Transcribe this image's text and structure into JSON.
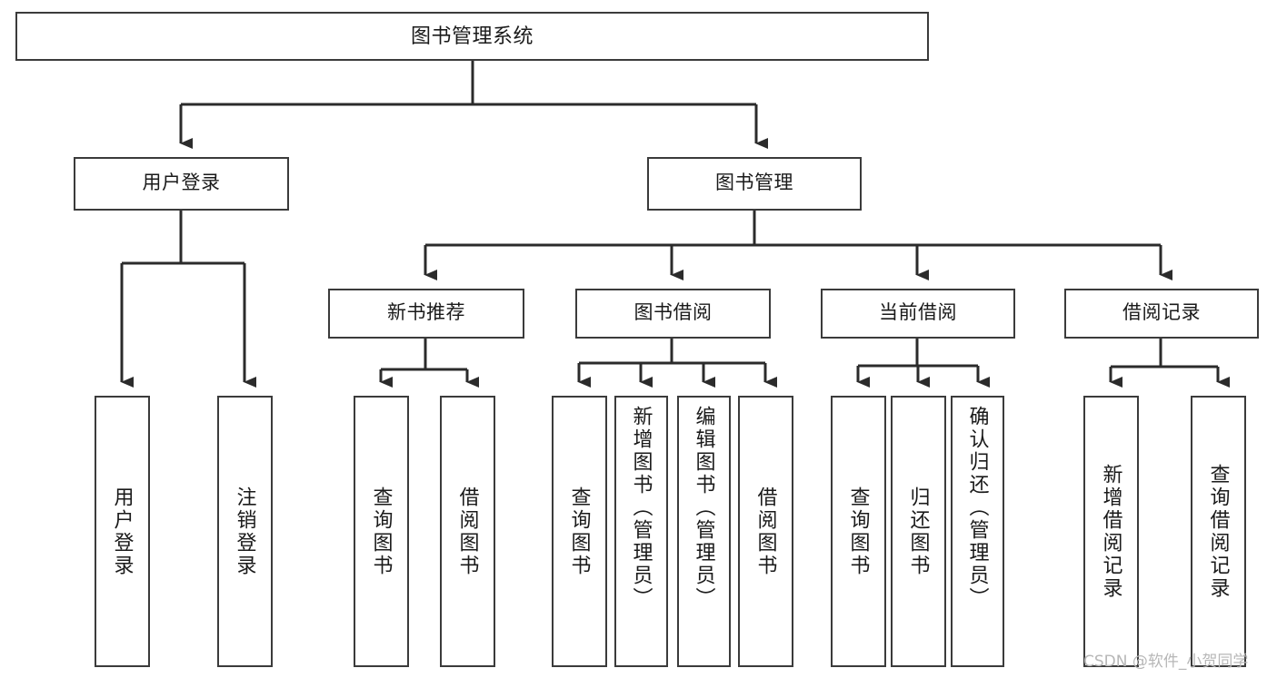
{
  "diagram": {
    "type": "tree",
    "title": "图书管理系统",
    "orientation": "top-down",
    "colors": {
      "background": "#ffffff",
      "box_border": "#3b3b3b",
      "box_fill": "#ffffff",
      "connector": "#2b2b2b",
      "text": "#1a1a1a",
      "watermark": "#b7b7b7"
    },
    "root": {
      "label": "图书管理系统"
    },
    "level1": [
      {
        "label": "用户登录"
      },
      {
        "label": "图书管理"
      }
    ],
    "level2": [
      {
        "label": "新书推荐"
      },
      {
        "label": "图书借阅"
      },
      {
        "label": "当前借阅"
      },
      {
        "label": "借阅记录"
      }
    ],
    "leaves": {
      "user_login": [
        {
          "label": "用户登录"
        },
        {
          "label": "注销登录"
        }
      ],
      "new_book_recommend": [
        {
          "label": "查询图书"
        },
        {
          "label": "借阅图书"
        }
      ],
      "book_borrow": [
        {
          "label": "查询图书"
        },
        {
          "label": "新增图书（管理员）"
        },
        {
          "label": "编辑图书（管理员）"
        },
        {
          "label": "借阅图书"
        }
      ],
      "current_borrow": [
        {
          "label": "查询图书"
        },
        {
          "label": "归还图书"
        },
        {
          "label": "确认归还（管理员）"
        }
      ],
      "borrow_record": [
        {
          "label": "新增借阅记录"
        },
        {
          "label": "查询借阅记录"
        }
      ]
    }
  },
  "watermark": {
    "text": "CSDN @软件_小贺同学"
  }
}
